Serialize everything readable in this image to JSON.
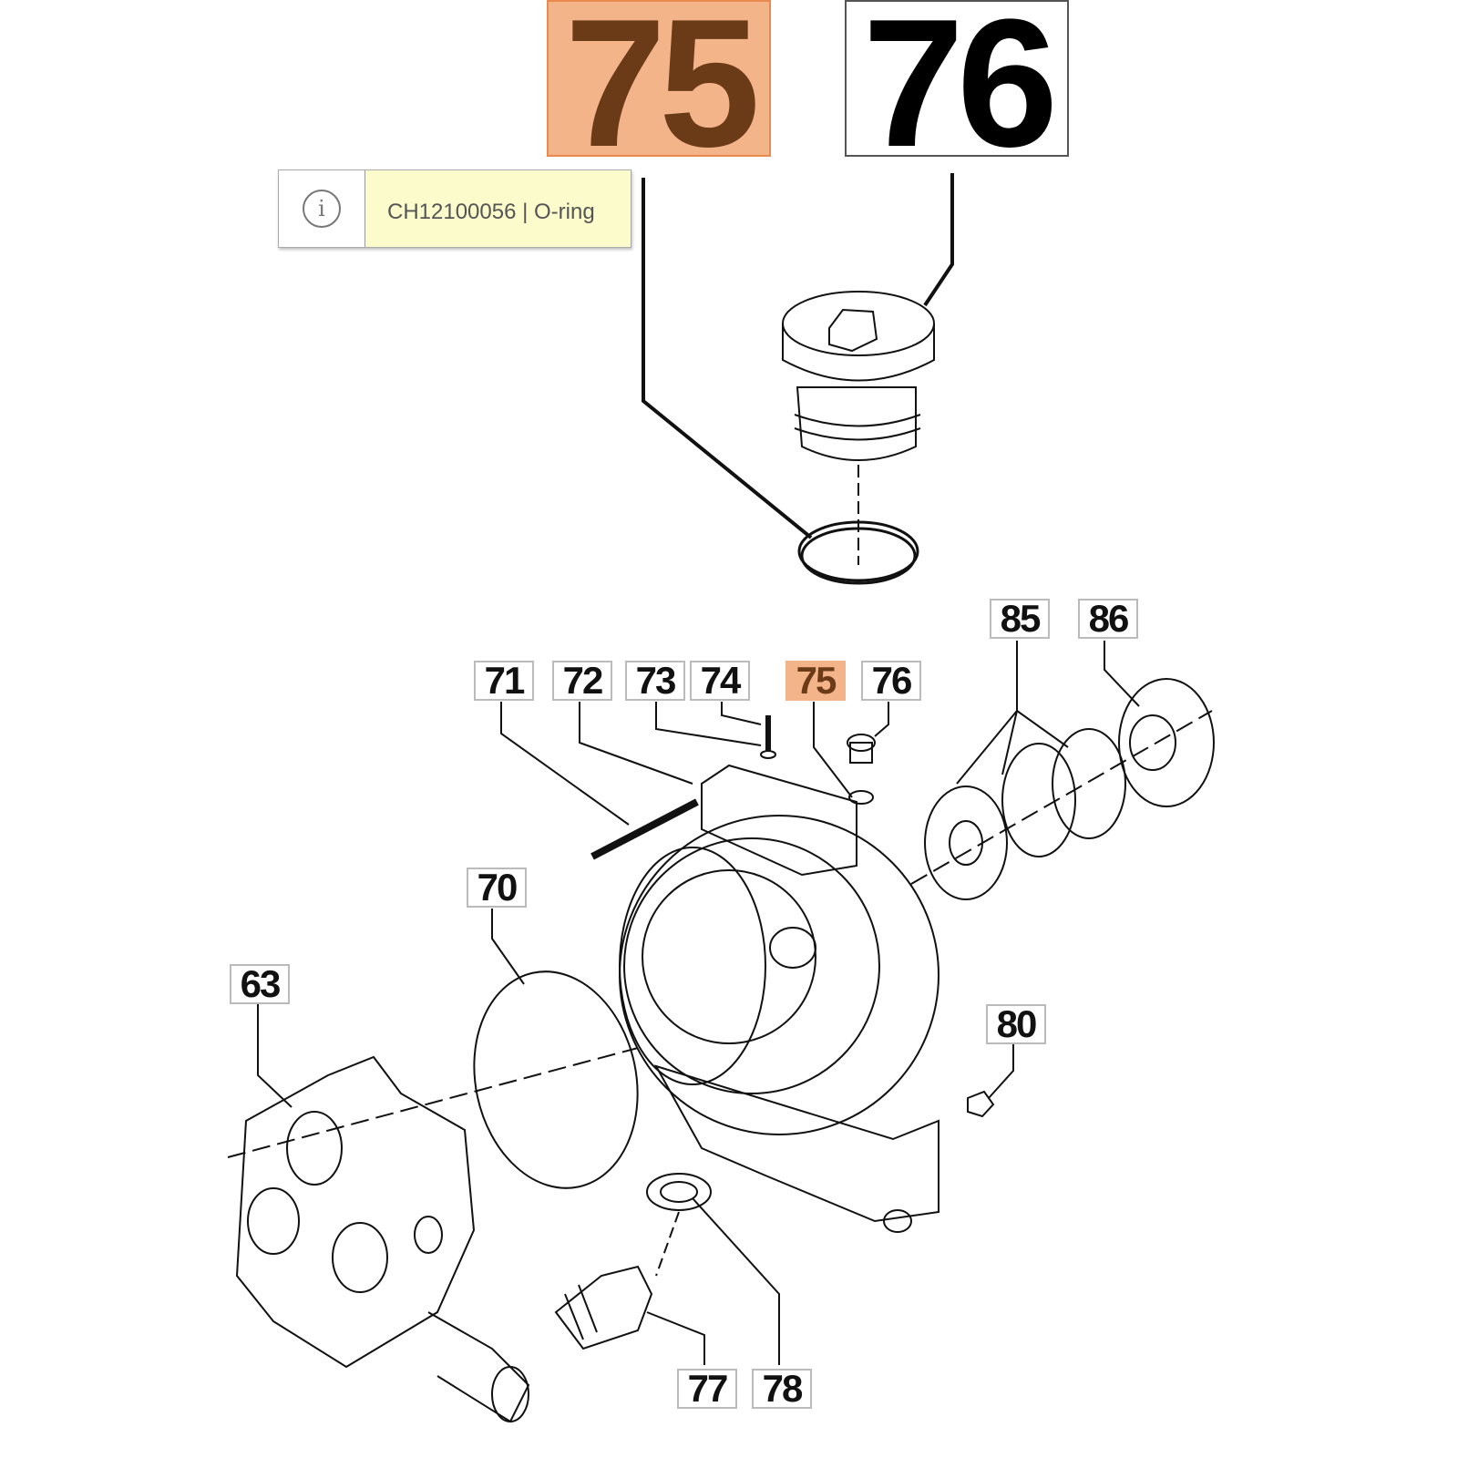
{
  "selected_callout": {
    "number": "75",
    "next_number": "76",
    "highlight_color": "#f4b48a"
  },
  "tooltip": {
    "icon": "info-icon",
    "text": "CH12100056 | O-ring"
  },
  "callouts": {
    "c71": "71",
    "c72": "72",
    "c73": "73",
    "c74": "74",
    "c75": "75",
    "c76": "76",
    "c85": "85",
    "c86": "86",
    "c70": "70",
    "c63": "63",
    "c80": "80",
    "c77": "77",
    "c78": "78"
  }
}
